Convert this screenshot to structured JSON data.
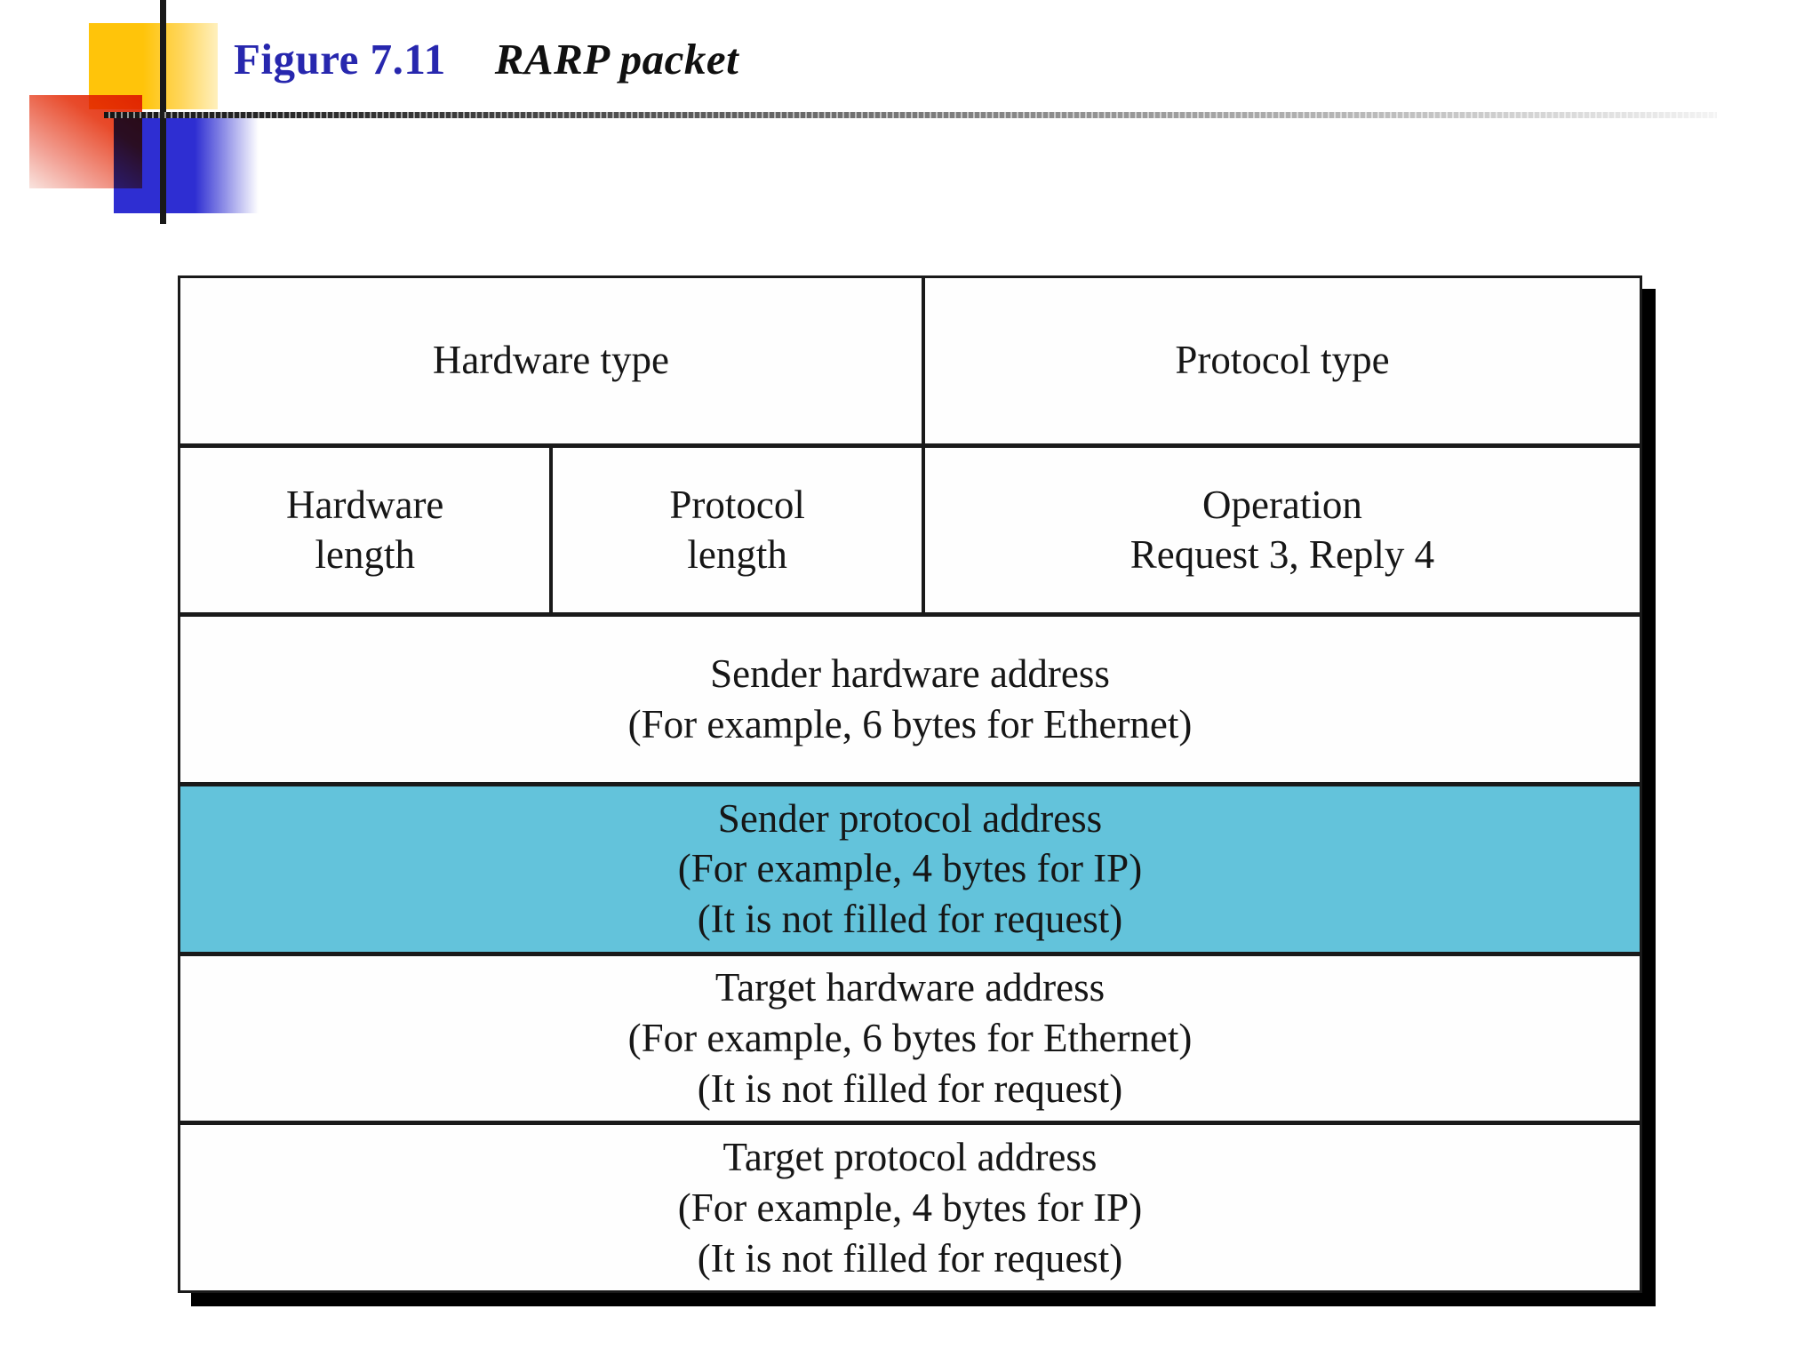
{
  "header": {
    "figure_label": "Figure 7.11",
    "figure_title": "RARP packet"
  },
  "packet": {
    "rows": [
      {
        "cells": [
          {
            "name": "hardware-type",
            "label_lines": [
              "Hardware type"
            ]
          },
          {
            "name": "protocol-type",
            "label_lines": [
              "Protocol type"
            ]
          }
        ]
      },
      {
        "cells": [
          {
            "name": "hardware-length",
            "label_lines": [
              "Hardware",
              "length"
            ]
          },
          {
            "name": "protocol-length",
            "label_lines": [
              "Protocol",
              "length"
            ]
          },
          {
            "name": "operation",
            "label_lines": [
              "Operation",
              "Request 3, Reply 4"
            ]
          }
        ]
      },
      {
        "cells": [
          {
            "name": "sender-hardware-address",
            "label_lines": [
              "Sender hardware address",
              "(For example, 6 bytes for Ethernet)"
            ]
          }
        ]
      },
      {
        "cells": [
          {
            "name": "sender-protocol-address",
            "highlighted": true,
            "label_lines": [
              "Sender protocol address",
              "(For example, 4 bytes for IP)",
              "(It is not filled for request)"
            ]
          }
        ]
      },
      {
        "cells": [
          {
            "name": "target-hardware-address",
            "label_lines": [
              "Target hardware address",
              "(For example, 6 bytes for Ethernet)",
              "(It is not filled for request)"
            ]
          }
        ]
      },
      {
        "cells": [
          {
            "name": "target-protocol-address",
            "label_lines": [
              "Target protocol address",
              "(For example, 4 bytes for IP)",
              "(It is not filled for request)"
            ]
          }
        ]
      }
    ]
  },
  "colors": {
    "title_blue": "#2727ae",
    "highlight_cyan": "#63c3db",
    "border_dark": "#1a1a1a",
    "shadow_black": "#000000",
    "decor_yellow": "#ffc40a",
    "decor_red": "#e03014",
    "decor_blue": "#2e2ed2"
  }
}
